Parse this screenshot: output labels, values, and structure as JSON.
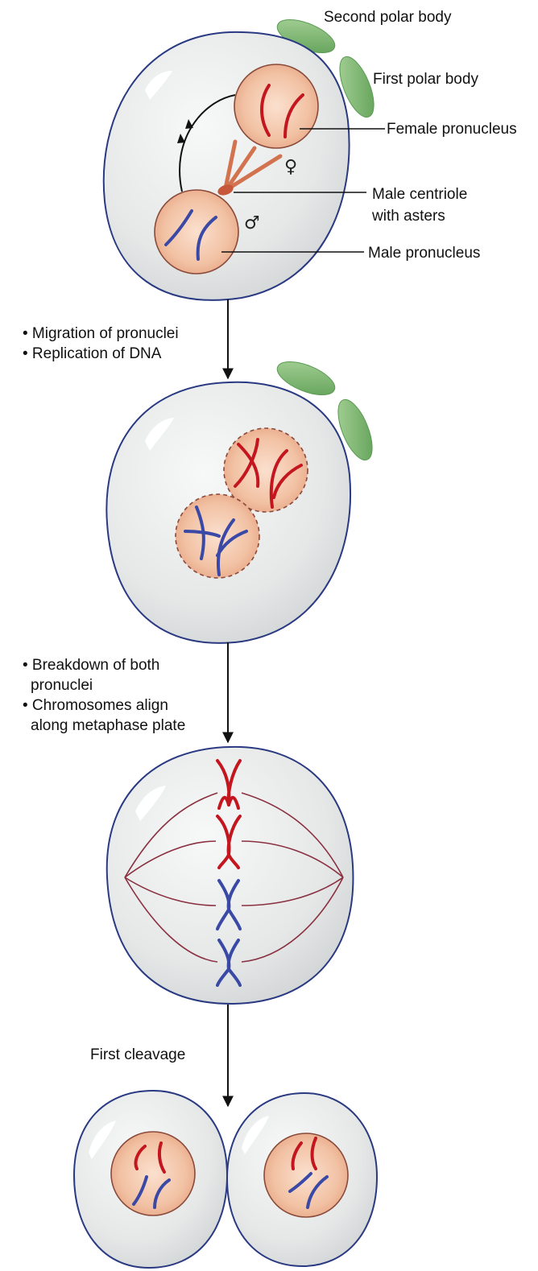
{
  "labels": {
    "second_polar_body": "Second polar body",
    "first_polar_body": "First polar body",
    "female_pronucleus": "Female pronucleus",
    "male_centriole_line1": "Male centriole",
    "male_centriole_line2": "with asters",
    "male_pronucleus": "Male pronucleus",
    "female_symbol": "♀",
    "male_symbol": "♂"
  },
  "steps": {
    "step1_line1": "• Migration of pronuclei",
    "step1_line2": "• Replication of DNA",
    "step2_line1": "• Breakdown of both",
    "step2_line2": "pronuclei",
    "step2_line3": "• Chromosomes align",
    "step2_line4": "along metaphase plate",
    "step3_line1": "First cleavage"
  },
  "colors": {
    "maternal_chromosome": "#c3161f",
    "paternal_chromosome": "#3a49a6",
    "cell_outline": "#2a3a82",
    "polar_body": "#6fb062",
    "pronucleus": "#f0b898"
  }
}
